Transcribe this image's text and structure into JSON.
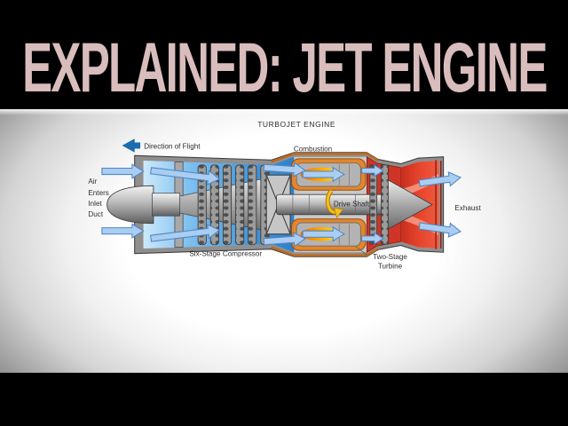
{
  "banner": {
    "title": "EXPLAINED: JET ENGINE",
    "text_color": "#d9bdbd",
    "bg_color": "#000000"
  },
  "diagram": {
    "title": "TURBOJET ENGINE",
    "direction_of_flight": "Direction of Flight",
    "air_inlet": {
      "line1": "Air",
      "line2": "Enters",
      "line3": "Inlet",
      "line4": "Duct"
    },
    "combustion": "Combustion",
    "drive_shaft": "Drive Shaft",
    "exhaust": "Exhaust",
    "compressor": "Six-Stage Compressor",
    "turbine": {
      "line1": "Two-Stage",
      "line2": "Turbine"
    },
    "colors": {
      "flight_arrow_blue": "#1a6cae",
      "airflow_fill": "#aacdf1",
      "airflow_outline": "#4c87c6",
      "inlet_blue": "#3f93d8",
      "combustion_orange": "#e2862e",
      "flame_yellow": "#ffb300",
      "turbine_red": "#cf3526",
      "exhaust_red": "#e8452d",
      "metal_gray": "#9a9a9a",
      "rotation_arrow_yellow": "#f2c11d"
    },
    "icons": {
      "direction_arrow": "left-arrow",
      "airflow_arrow": "right-arrow",
      "rotation_arrow": "rotation-loop"
    }
  }
}
